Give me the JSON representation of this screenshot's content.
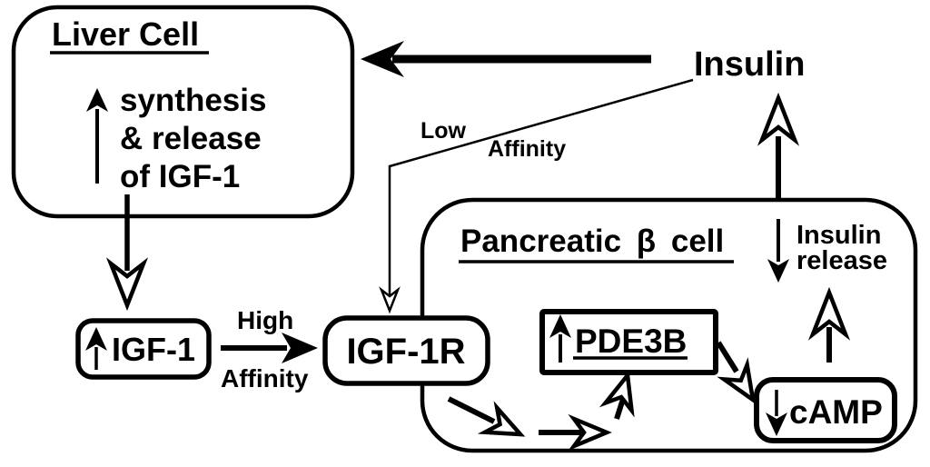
{
  "diagram": {
    "liver_cell": {
      "title": "Liver Cell",
      "body_lines": [
        "synthesis",
        "& release",
        "of IGF-1"
      ]
    },
    "insulin_label": "Insulin",
    "edge_labels": {
      "low_affinity": {
        "line1": "Low",
        "line2": "Affinity"
      },
      "high_affinity": {
        "line1": "High",
        "line2": "Affinity"
      }
    },
    "nodes": {
      "igf1": {
        "label": "IGF-1"
      },
      "igf1r": {
        "label": "IGF-1R"
      },
      "pde3b": {
        "label": "PDE3B"
      },
      "camp": {
        "label": "cAMP"
      }
    },
    "pancreatic_cell": {
      "title": "Pancreatic β cell",
      "insulin_release": {
        "line1": "Insulin",
        "line2": "release"
      }
    },
    "arrows": [
      {
        "from": "insulin",
        "to": "liver-cell",
        "style": "thick-filled-dart"
      },
      {
        "from": "liver-cell",
        "to": "igf1",
        "style": "open-dart"
      },
      {
        "from": "igf1",
        "to": "igf1r",
        "style": "filled",
        "label": "High Affinity"
      },
      {
        "from": "insulin",
        "to": "igf1r",
        "style": "thin-open",
        "label": "Low Affinity"
      },
      {
        "from": "igf1r",
        "to": "pde3b",
        "style": "open-signal-chain"
      },
      {
        "from": "pde3b",
        "to": "camp",
        "style": "open-dart"
      },
      {
        "from": "camp",
        "to": "insulin-release",
        "style": "open-dart"
      },
      {
        "from": "pancreatic-cell",
        "to": "insulin",
        "style": "open-dart"
      }
    ],
    "colors": {
      "ink": "#000000",
      "paper": "#ffffff"
    }
  }
}
